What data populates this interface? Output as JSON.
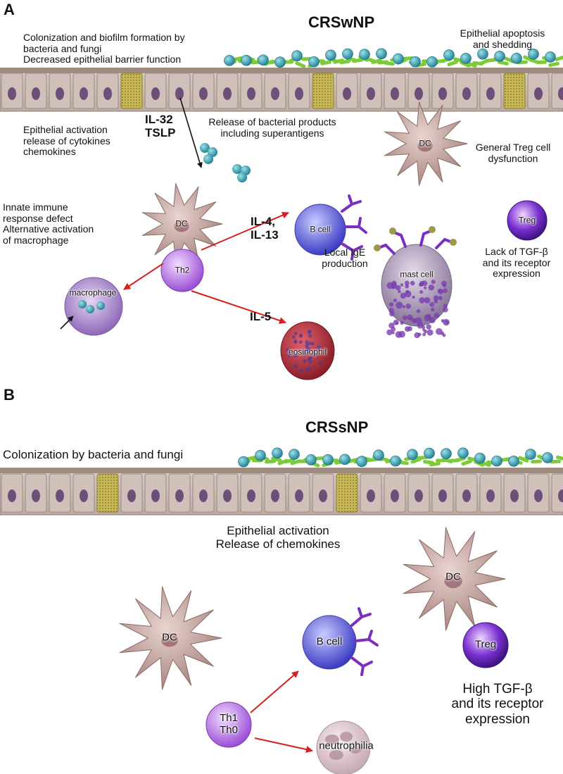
{
  "colors": {
    "epithelium_top": "#b8a79a",
    "epithelium_cell": "#cbbcb4",
    "nucleus": "#6e4f7a",
    "goblet": "#c9b85a",
    "bacteria": "#3a9fb0",
    "biofilm": "#7ccc3a",
    "dc": "#c9a6a2",
    "th2": "#b579df",
    "b_cell": "#5a5ad6",
    "antibody": "#7a2fc0",
    "mast_cell": "#8a66b0",
    "eosinophil": "#b8343f",
    "treg": "#6a2bc0",
    "neutrophil": "#d9c2c8",
    "arrow_red": "#d42020",
    "arrow_black": "#111111"
  },
  "panel_a": {
    "letter": "A",
    "title": "CRSwNP",
    "colonization": "Colonization and biofilm formation by\nbacteria and fungi\nDecreased epithelial barrier function",
    "apoptosis": "Epithelial apoptosis\nand shedding",
    "epithelial_activation": "Epithelial activation\nrelease of cytokines\nchemokines",
    "cytokines_il32_tslp": "IL-32\nTSLP",
    "bacterial_products": "Release of bacterial products\nincluding superantigens",
    "treg_dysfunction": "General Treg cell\ndysfunction",
    "innate_defect": "Innate immune\nresponse defect\nAlternative activation\nof macrophage",
    "il4_il13": "IL-4,\nIL-13",
    "local_ige": "Local IgE\nproduction",
    "tgf_lack": "Lack of TGF-β\nand its receptor\nexpression",
    "il5": "IL-5",
    "cells": {
      "dc_left": "DC",
      "dc_right": "DC",
      "b_cell": "B cell",
      "th2": "Th2",
      "treg": "Treg",
      "macrophage": "macrophage",
      "mast_cell": "mast cell",
      "eosinophil": "eosinophil"
    }
  },
  "panel_b": {
    "letter": "B",
    "title": "CRSsNP",
    "colonization": "Colonization by bacteria and fungi",
    "epithelial_activation": "Epithelial activation\nRelease of chemokines",
    "tgf_high": "High TGF-β\nand its receptor\nexpression",
    "cells": {
      "dc_right": "DC",
      "dc_left": "DC",
      "b_cell": "B cell",
      "treg": "Treg",
      "th1_th0": "Th1\nTh0",
      "neutrophilia": "neutrophilia"
    }
  }
}
